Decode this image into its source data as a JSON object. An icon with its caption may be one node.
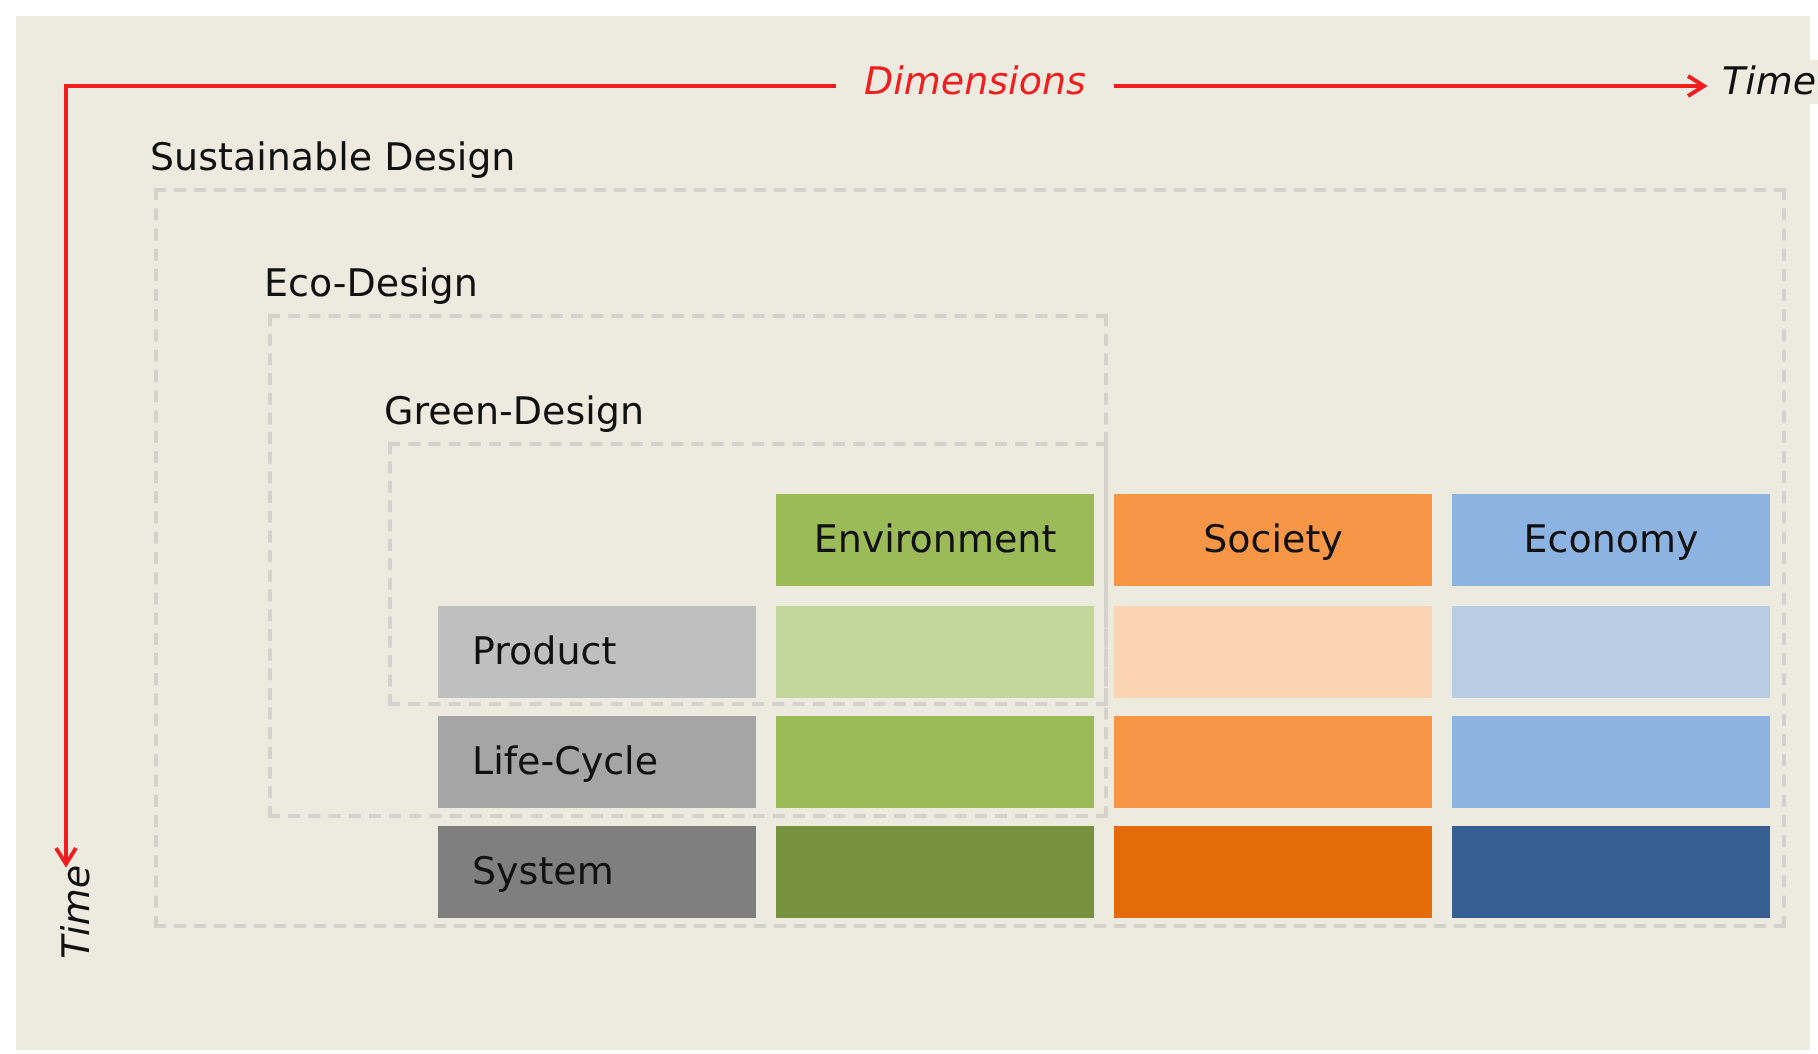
{
  "diagram": {
    "nodes": [
      {
        "text": [
          "Sustainable Design"
        ]
      },
      {
        "text": [
          "Eco-Design"
        ],
        "in": 0
      },
      {
        "text": [
          "Green-Design"
        ],
        "in": 1
      },
      {
        "text": [
          "Environment"
        ],
        "in": 2
      },
      {
        "text": [
          "Society"
        ],
        "in": 0
      },
      {
        "text": [
          "Economy"
        ],
        "in": 0
      },
      {
        "text": [
          "Product"
        ],
        "in": 2
      },
      {
        "text": [],
        "shape": "box",
        "in": 2
      },
      {
        "text": [],
        "shape": "box",
        "in": 0
      },
      {
        "text": [],
        "shape": "box",
        "in": 0
      },
      {
        "text": [
          "Life-Cycle"
        ],
        "in": 1
      },
      {
        "text": [],
        "shape": "box",
        "in": 1
      },
      {
        "text": [],
        "shape": "box",
        "in": 0
      },
      {
        "text": [],
        "shape": "box",
        "in": 0
      },
      {
        "text": [
          "System"
        ],
        "in": 0
      },
      {
        "text": [],
        "shape": "box",
        "in": 0
      },
      {
        "text": [],
        "shape": "box",
        "in": 0
      },
      {
        "text": [],
        "shape": "box",
        "in": 0
      }
    ],
    "labels": [
      "Dimensions",
      "Time",
      "Time"
    ]
  }
}
